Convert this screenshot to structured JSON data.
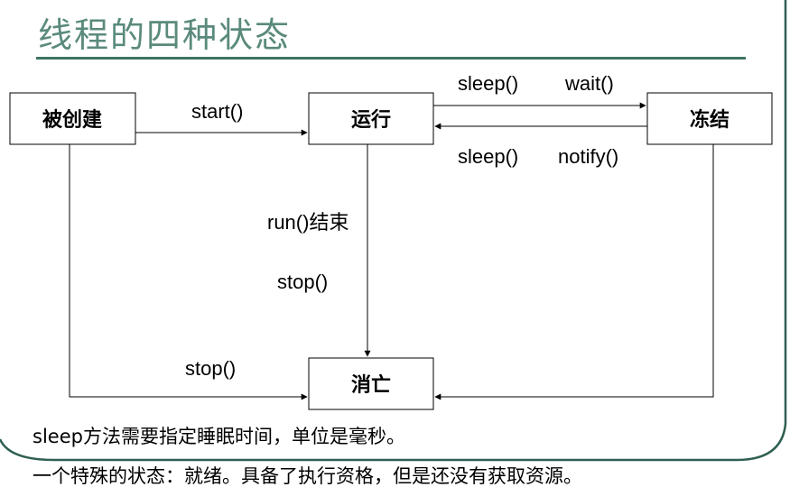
{
  "title": "线程的四种状态",
  "states": {
    "created": "被创建",
    "running": "运行",
    "frozen": "冻结",
    "dead": "消亡"
  },
  "edges": {
    "start": "start()",
    "sleep_top": "sleep()",
    "wait": "wait()",
    "sleep_bottom": "sleep()",
    "notify": "notify()",
    "run_end": "run()结束",
    "stop_mid": "stop()",
    "stop_left": "stop()"
  },
  "notes": {
    "line1": "sleep方法需要指定睡眠时间，单位是毫秒。",
    "line2": "一个特殊的状态：就绪。具备了执行资格，但是还没有获取资源。"
  },
  "colors": {
    "title": "#5a8a7c",
    "title_rule": "#3f7565",
    "slide_border": "#2f5f52"
  }
}
